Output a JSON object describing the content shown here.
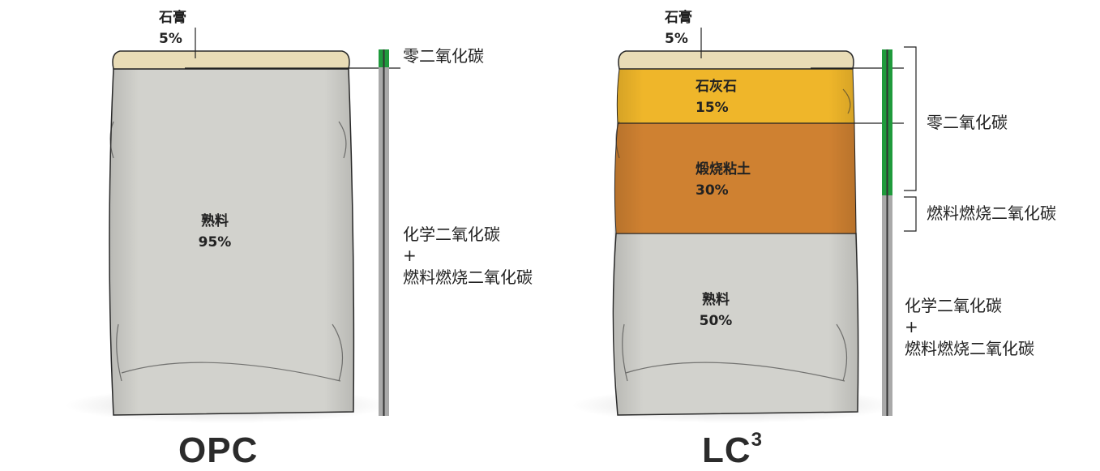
{
  "opc": {
    "title": "OPC",
    "gypsum": {
      "name": "石膏",
      "pct": "5%"
    },
    "clinker": {
      "name": "熟料",
      "pct": "95%"
    },
    "bar_top_label": "零二氧化碳",
    "bar_bottom_label": [
      "化学二氧化碳",
      "+",
      "燃料燃烧二氧化碳"
    ]
  },
  "lc3": {
    "title": "LC",
    "title_sup": "3",
    "gypsum": {
      "name": "石膏",
      "pct": "5%"
    },
    "limestone": {
      "name": "石灰石",
      "pct": "15%"
    },
    "calcined_clay": {
      "name": "煅烧粘土",
      "pct": "30%"
    },
    "clinker": {
      "name": "熟料",
      "pct": "50%"
    },
    "zero_co2_label": "零二氧化碳",
    "fuel_co2_label": "燃料燃烧二氧化碳",
    "bar_bottom_label": [
      "化学二氧化碳",
      "+",
      "燃料燃烧二氧化碳"
    ]
  },
  "colors": {
    "gypsum": "#e9dcb6",
    "clinker": "#cfcfca",
    "limestone": "#efb62a",
    "calcined_clay": "#cf8131",
    "green_bar": "#1f9a3c",
    "gray_bar": "#a9a9a9"
  }
}
